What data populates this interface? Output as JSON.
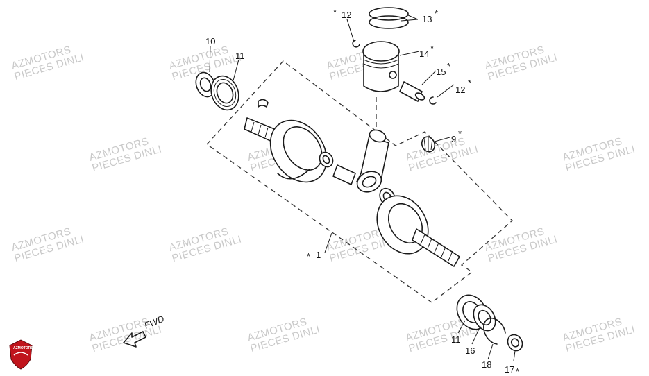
{
  "watermark": {
    "line1": "AZMOTORS",
    "line2": "PIECES DINLI"
  },
  "logo": {
    "text": "AZMOTORS",
    "color": "#c0141c"
  },
  "direction_label": "FWD",
  "callouts": [
    {
      "number": "1",
      "star": "*"
    },
    {
      "number": "9",
      "star": "*"
    },
    {
      "number": "10",
      "star": ""
    },
    {
      "number": "11",
      "star": ""
    },
    {
      "number": "12",
      "star": "*"
    },
    {
      "number": "12",
      "star": "*"
    },
    {
      "number": "13",
      "star": "*"
    },
    {
      "number": "14",
      "star": "*"
    },
    {
      "number": "15",
      "star": "*"
    },
    {
      "number": "11",
      "star": ""
    },
    {
      "number": "16",
      "star": ""
    },
    {
      "number": "17",
      "star": "*"
    },
    {
      "number": "18",
      "star": ""
    }
  ],
  "icons": [
    "fwd-arrow-icon",
    "azmotors-shield-icon"
  ]
}
